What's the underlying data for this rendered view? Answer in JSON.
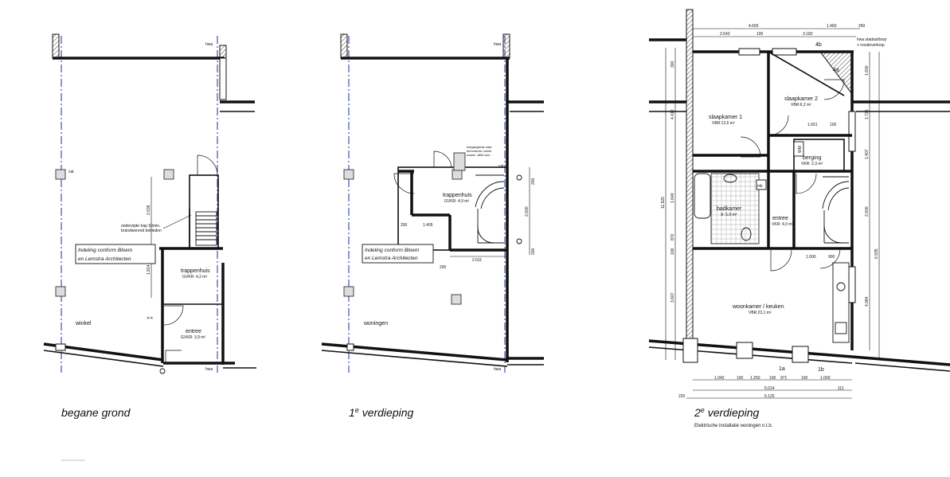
{
  "plans": [
    {
      "title": "begane grond",
      "rooms": [
        {
          "name": "winkel",
          "area": ""
        },
        {
          "name": "trappenhuis",
          "area": "GVKR: 4,2 m²"
        },
        {
          "name": "entree",
          "area": "GVKR: 3,9 m²"
        }
      ],
      "note_lines": [
        "Indeling conform Bloem",
        "en Lemstra Architecten"
      ],
      "annotation_lines": [
        "onderzijde trap 60min.",
        "brandwerend bekleden"
      ],
      "dims": [
        "2.636",
        "1.814"
      ],
      "labels": [
        "hwa",
        "hwa",
        "cal."
      ]
    },
    {
      "title": "1e verdieping",
      "title_main": "1",
      "title_sup": "e",
      "title_rest": " verdieping",
      "rooms": [
        {
          "name": "woningen",
          "area": ""
        },
        {
          "name": "trappenhuis",
          "area": "GVKR: 4,9 m²"
        }
      ],
      "note_lines": [
        "Indeling conform Bloem",
        "en Lemstra Architecten"
      ],
      "annotation_lines": [
        "toegangsluik naar",
        "technische ruimte",
        "maatv. ±860 mm."
      ],
      "dims": [
        "2.011",
        "1.405",
        "2.600",
        "200",
        "200",
        "200",
        "200"
      ],
      "labels": [
        "hwa",
        "hwa",
        "cal."
      ]
    },
    {
      "title": "2e verdieping",
      "title_main": "2",
      "title_sup": "e",
      "title_rest": " verdieping",
      "subtitle": "Elektrische installatie woningen n.t.b.",
      "rooms": [
        {
          "name": "slaapkamer 1",
          "area": "VBR:12,6 m²"
        },
        {
          "name": "slaapkamer 2",
          "area": "VBR:6,2 m²"
        },
        {
          "name": "berging",
          "area": "VKR: 2,3 m²"
        },
        {
          "name": "badkamer",
          "area": "A: 5,9 m²"
        },
        {
          "name": "entree",
          "area": "VKR: 4,0 m²"
        },
        {
          "name": "woonkamer / keuken",
          "area": "VBR:23,1 m²"
        }
      ],
      "annotation_lines": [
        "hwa stadsuitloop",
        "+ noodoverloop"
      ],
      "callouts": [
        "4b",
        "4a",
        "1a",
        "1b"
      ],
      "small_labels": [
        "mk",
        "WM"
      ],
      "dims_top": [
        "4.665",
        "1.460",
        "260",
        "2.643",
        "100",
        "3.182"
      ],
      "dims_left": [
        "11.920",
        "4.412",
        "1.640",
        "870",
        "100",
        "3.607",
        "300"
      ],
      "dims_right": [
        "1.600",
        "1.725",
        "1.407",
        "2.600",
        "4.084",
        "6.935"
      ],
      "dims_bottom": [
        "1.042",
        "100",
        "1.250",
        "100",
        "971",
        "1.000",
        "100",
        "6.014",
        "6.125",
        "111",
        "220"
      ],
      "dims_inner": [
        "1.651",
        "100",
        "1.000",
        "900"
      ]
    }
  ]
}
